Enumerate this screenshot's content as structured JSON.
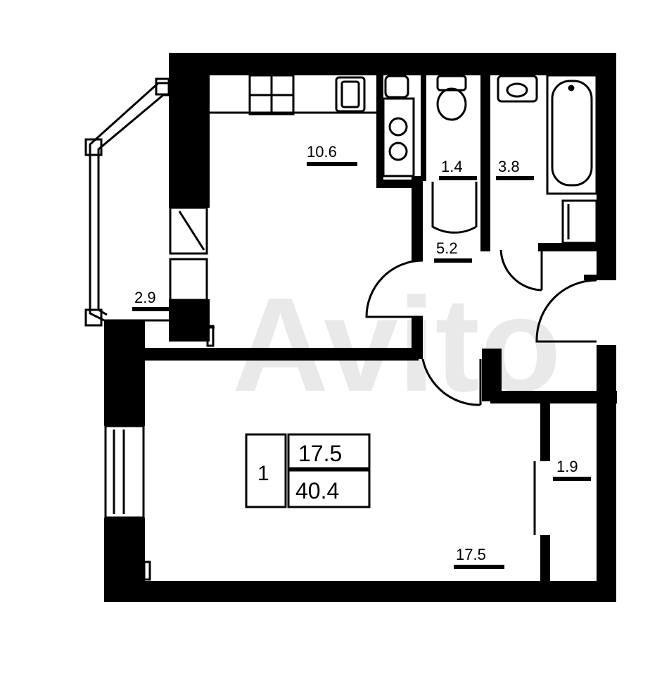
{
  "watermark": "Avito",
  "rooms": {
    "kitchen": "10.6",
    "wc": "1.4",
    "bathroom": "3.8",
    "loggia": "2.9",
    "hall": "5.2",
    "living": "17.5",
    "closet": "1.9"
  },
  "legend": {
    "room_count": "1",
    "living_area": "17.5",
    "total_area": "40.4"
  },
  "colors": {
    "wall": "#000000",
    "background": "#ffffff"
  }
}
